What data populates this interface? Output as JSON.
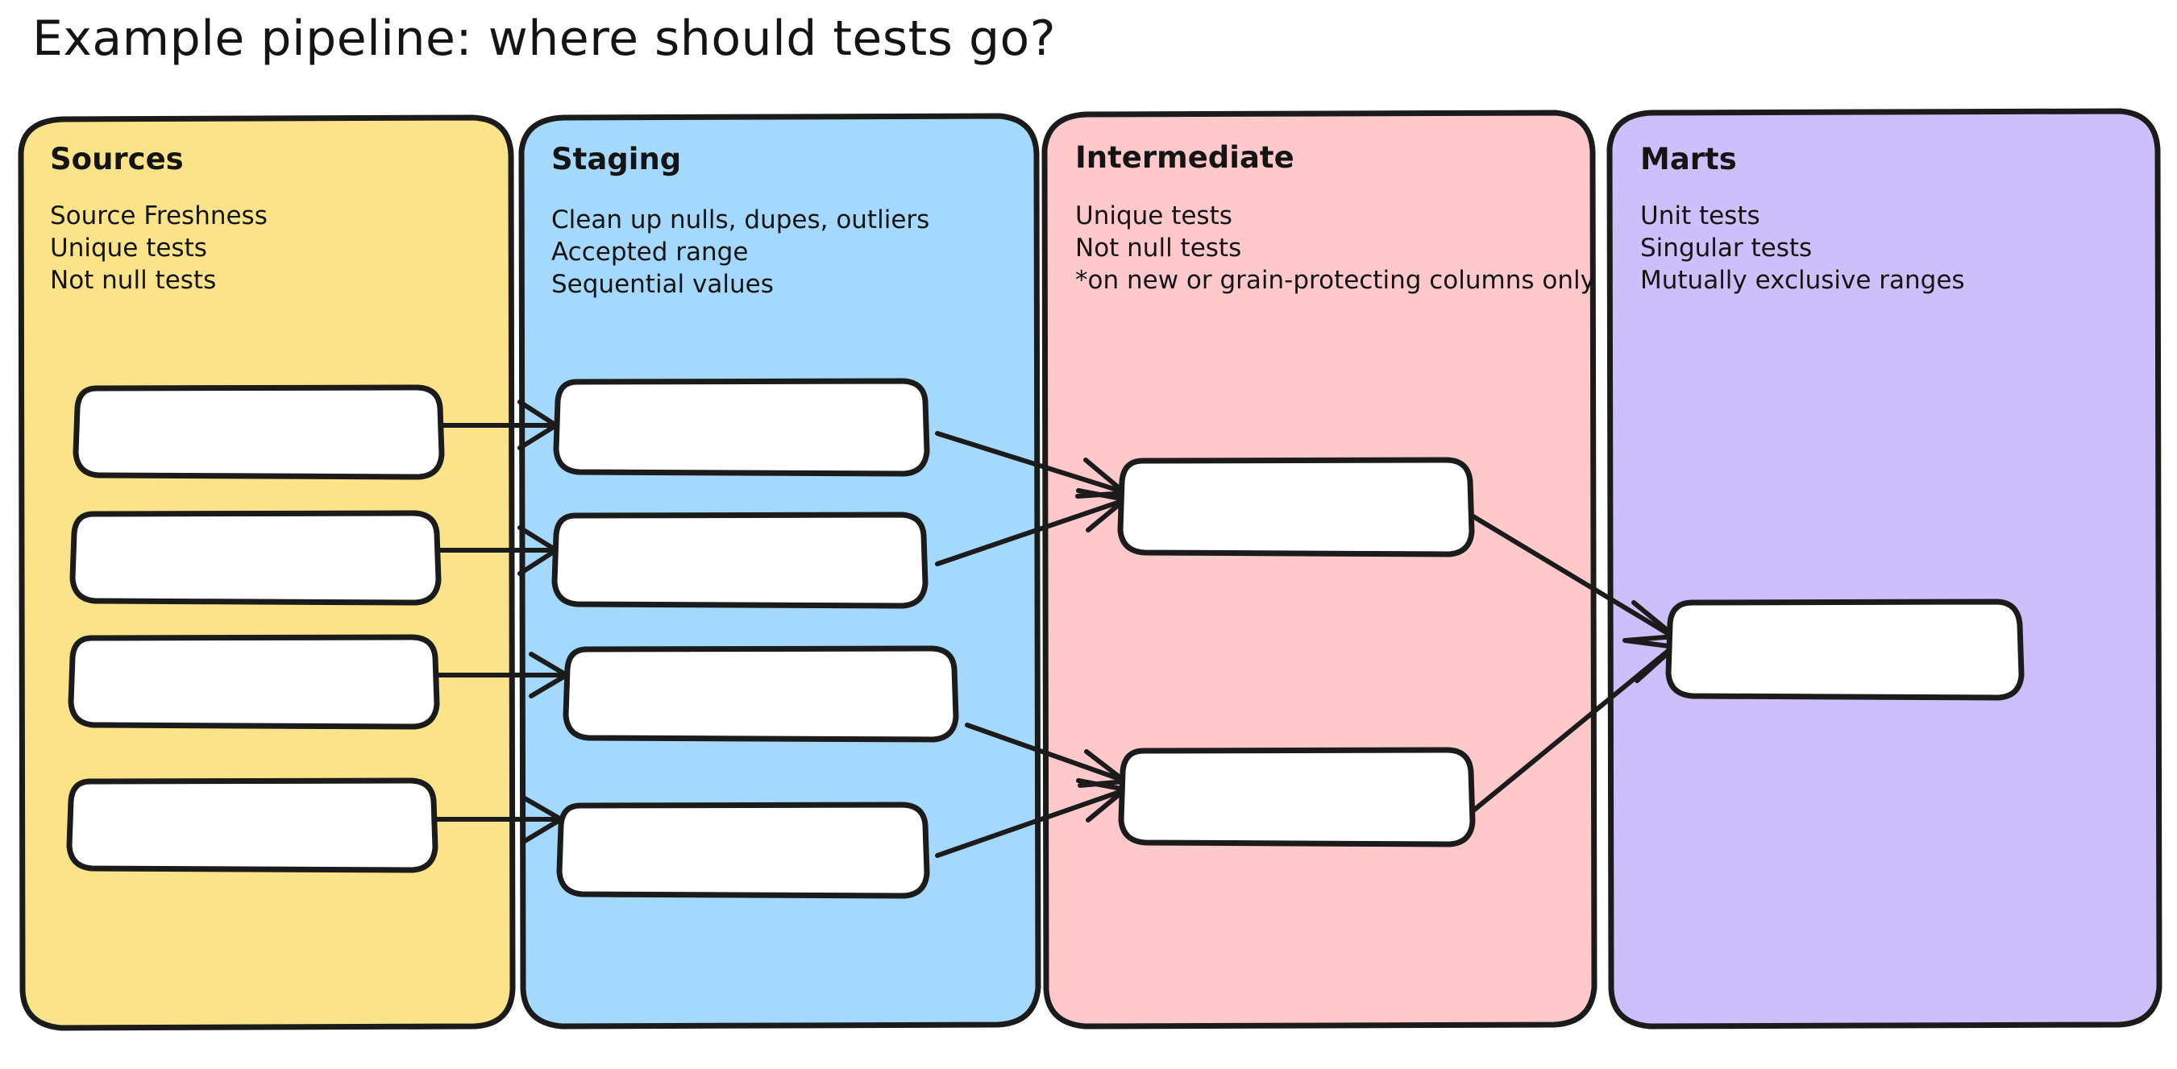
{
  "diagram": {
    "title": "Example pipeline: where should tests go?",
    "background_color": "#ffffff",
    "stroke_color": "#1b1b1b",
    "node_fill": "#ffffff",
    "panels": [
      {
        "id": "sources",
        "title": "Sources",
        "color": "#FBE38A",
        "lines": [
          "Source Freshness",
          "Unique tests",
          "Not null tests"
        ],
        "node_count": 4,
        "nodes": [
          {
            "id": "src-1",
            "label": ""
          },
          {
            "id": "src-2",
            "label": ""
          },
          {
            "id": "src-3",
            "label": ""
          },
          {
            "id": "src-4",
            "label": ""
          }
        ]
      },
      {
        "id": "staging",
        "title": "Staging",
        "color": "#A5D8FD",
        "lines": [
          "Clean up nulls, dupes, outliers",
          "Accepted range",
          "Sequential values"
        ],
        "node_count": 4,
        "nodes": [
          {
            "id": "stg-1",
            "label": ""
          },
          {
            "id": "stg-2",
            "label": ""
          },
          {
            "id": "stg-3",
            "label": ""
          },
          {
            "id": "stg-4",
            "label": ""
          }
        ]
      },
      {
        "id": "intermediate",
        "title": "Intermediate",
        "color": "#FFC9CC",
        "lines": [
          "Unique tests",
          "Not null tests",
          "*on new or grain-protecting columns only"
        ],
        "node_count": 2,
        "nodes": [
          {
            "id": "int-1",
            "label": ""
          },
          {
            "id": "int-2",
            "label": ""
          }
        ]
      },
      {
        "id": "marts",
        "title": "Marts",
        "color": "#CDBFFA",
        "lines": [
          "Unit tests",
          "Singular tests",
          "Mutually exclusive ranges"
        ],
        "node_count": 1,
        "nodes": [
          {
            "id": "mart-1",
            "label": ""
          }
        ]
      }
    ],
    "edges": [
      {
        "from": "src-1",
        "to": "stg-1"
      },
      {
        "from": "src-2",
        "to": "stg-2"
      },
      {
        "from": "src-3",
        "to": "stg-3"
      },
      {
        "from": "src-4",
        "to": "stg-4"
      },
      {
        "from": "stg-1",
        "to": "int-1"
      },
      {
        "from": "stg-2",
        "to": "int-1"
      },
      {
        "from": "stg-3",
        "to": "int-2"
      },
      {
        "from": "stg-4",
        "to": "int-2"
      },
      {
        "from": "int-1",
        "to": "mart-1"
      },
      {
        "from": "int-2",
        "to": "mart-1"
      }
    ]
  }
}
